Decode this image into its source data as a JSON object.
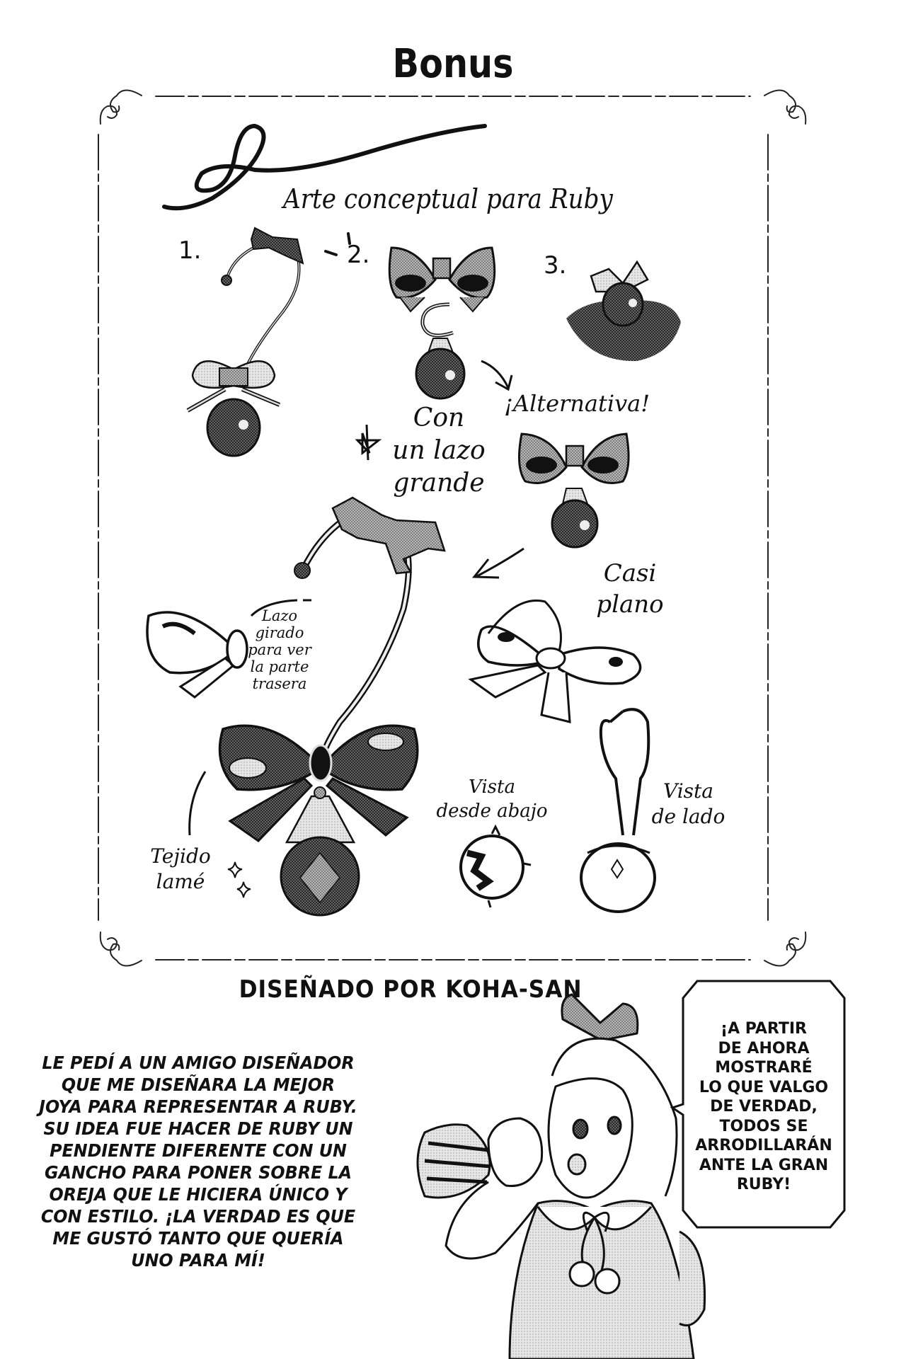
{
  "page": {
    "title": "Bonus",
    "background": "#ffffff",
    "ink": "#111111"
  },
  "concept_art": {
    "subtitle": "Arte conceptual para Ruby",
    "designs": [
      {
        "number": "1.",
        "description": "Hook earring with small bow and round gem"
      },
      {
        "number": "2.",
        "description": "Bow with crescent and round gem"
      },
      {
        "number": "3.",
        "description": "Bow with gem and ruffle"
      }
    ],
    "labels": {
      "alternative": "¡Alternativa!",
      "big_bow": [
        "Con",
        "un lazo",
        "grande"
      ],
      "rotated_bow": [
        "Lazo",
        "girado",
        "para ver",
        "la parte",
        "trasera"
      ],
      "almost_flat": [
        "Casi",
        "plano"
      ],
      "bottom_view": [
        "Vista",
        "desde abajo"
      ],
      "side_view": [
        "Vista",
        "de lado"
      ],
      "fabric": [
        "Tejido",
        "lamé"
      ]
    }
  },
  "credit": "DISEÑADO POR KOHA-SAN",
  "description_lines": [
    "LE PEDÍ A UN AMIGO DISEÑADOR",
    "QUE ME DISEÑARA LA MEJOR",
    "JOYA PARA REPRESENTAR A RUBY.",
    "SU IDEA FUE HACER DE RUBY UN",
    "PENDIENTE DIFERENTE CON UN",
    "GANCHO PARA PONER SOBRE LA",
    "OREJA QUE LE HICIERA ÚNICO Y",
    "CON ESTILO. ¡LA VERDAD ES QUE",
    "ME GUSTÓ TANTO QUE QUERÍA",
    "UNO PARA MÍ!"
  ],
  "speech_bubble": {
    "lines": [
      "¡A PARTIR",
      "DE AHORA",
      "MOSTRARÉ",
      "LO QUE VALGO",
      "DE VERDAD,",
      "TODOS SE",
      "ARRODILLARÁN",
      "ANTE LA GRAN",
      "RUBY!"
    ]
  },
  "character": {
    "description": "Girl with bow in hair, twin drill hair, fur-trimmed coat with pom-poms, pointing"
  }
}
